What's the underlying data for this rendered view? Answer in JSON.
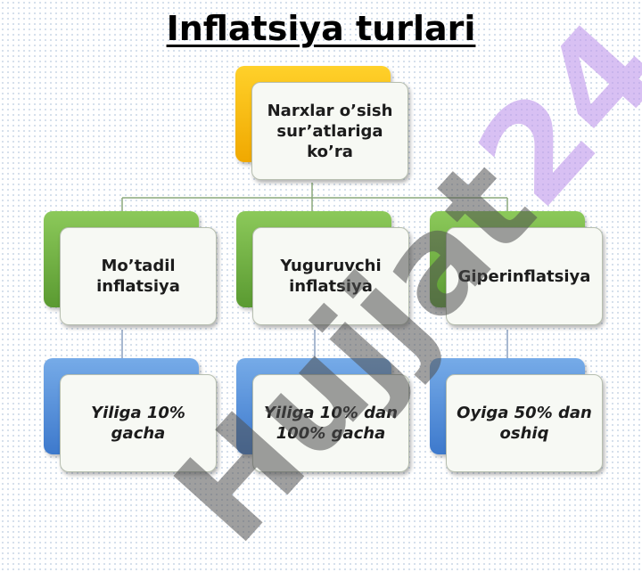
{
  "title": "Inflatsiya turlari",
  "root": {
    "label": "Narxlar o’sish sur’atlariga ko’ra",
    "color": "#f5b800"
  },
  "types": [
    {
      "label": "Mo’tadil inflatsiya",
      "detail": "Yiliga 10% gacha"
    },
    {
      "label": "Yuguruvchi inflatsiya",
      "detail": "Yiliga 10% dan 100% gacha"
    },
    {
      "label": "Giperinflatsiya",
      "detail": "Oyiga 50% dan oshiq"
    }
  ],
  "watermark": {
    "text": "Hujjat",
    "number": "24"
  },
  "colors": {
    "type_header": "#6aaa3a",
    "detail_header": "#4a86d8",
    "connector": "#7fa86a"
  }
}
